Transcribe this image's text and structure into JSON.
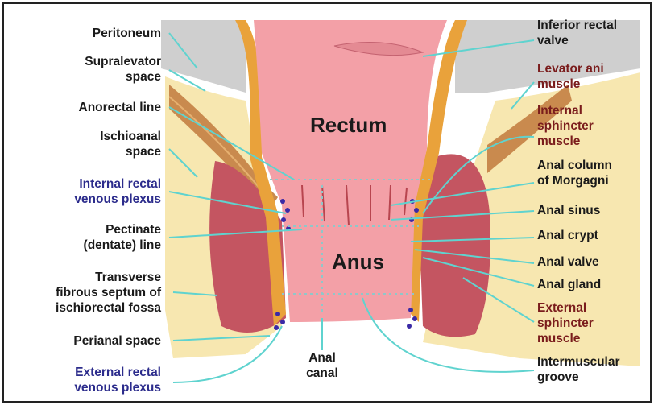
{
  "colors": {
    "leader": "#5fd3cf",
    "label_text": "#1a1a1a",
    "vein_label": "#2c2c8c",
    "muscle_label": "#7a1c1c",
    "fat": "#f7e7b0",
    "muscle": "#c45561",
    "mucosa": "#f3a0a7",
    "sphincter": "#e9a23b"
  },
  "center": {
    "rectum": "Rectum",
    "anus": "Anus",
    "anal_canal": "Anal\ncanal"
  },
  "labels_left": {
    "peritoneum": "Peritoneum",
    "supralevator": "Supralevator\nspace",
    "anorectal_line": "Anorectal line",
    "ischioanal": "Ischioanal\nspace",
    "internal_rectal_plexus": "Internal rectal\nvenous plexus",
    "pectinate": "Pectinate\n(dentate) line",
    "transverse_septum": "Transverse\nfibrous septum of\nischiorectal fossa",
    "perianal": "Perianal space",
    "external_rectal_plexus": "External rectal\nvenous plexus"
  },
  "labels_right": {
    "inferior_valve": "Inferior rectal\nvalve",
    "levator_ani": "Levator ani\nmuscle",
    "internal_sphincter": "Internal\nsphincter\nmuscle",
    "anal_column": "Anal column\nof Morgagni",
    "anal_sinus": "Anal sinus",
    "anal_crypt": "Anal crypt",
    "anal_valve": "Anal valve",
    "anal_gland": "Anal gland",
    "external_sphincter": "External\nsphincter\nmuscle",
    "intermuscular_groove": "Intermuscular\ngroove"
  }
}
